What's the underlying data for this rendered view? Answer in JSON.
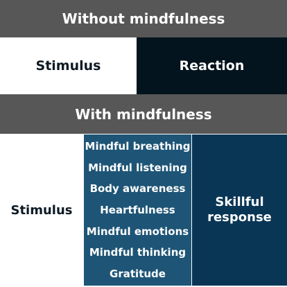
{
  "header_without": "Without mindfulness",
  "row_without": {
    "stimulus": "Stimulus",
    "reaction": "Reaction"
  },
  "header_with": "With mindfulness",
  "row_with": {
    "stimulus": "Stimulus",
    "practices": [
      "Mindful breathing",
      "Mindful listening",
      "Body awareness",
      "Heartfulness",
      "Mindful emotions",
      "Mindful thinking",
      "Gratitude"
    ],
    "response": "Skillful\nresponse"
  },
  "colors": {
    "band": "#575757",
    "reaction_bg": "#04141e",
    "practices_bg": "#1e5576",
    "response_bg": "#0a3656"
  }
}
